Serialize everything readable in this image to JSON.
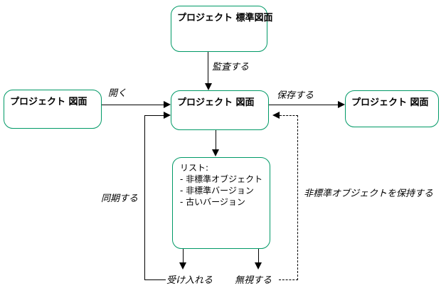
{
  "diagram": {
    "title": "project-drawing-audit-flow",
    "colors": {
      "node_border": "#009966",
      "line": "#000000",
      "text": "#000000",
      "background": "#ffffff"
    },
    "nodes": {
      "standard_drawing": {
        "label": "プロジェクト 標準図面"
      },
      "source_drawing": {
        "label": "プロジェクト 図面"
      },
      "working_drawing": {
        "label": "プロジェクト 図面"
      },
      "saved_drawing": {
        "label": "プロジェクト 図面"
      },
      "issue_list": {
        "title": "リスト:",
        "items": [
          "- 非標準オブジェクト",
          "- 非標準バージョン",
          "- 古いバージョン"
        ]
      }
    },
    "edge_labels": {
      "audit": "監査する",
      "open": "開く",
      "save": "保存する",
      "sync": "同期する",
      "accept": "受け入れる",
      "ignore": "無視する",
      "keep_nonstandard": "非標準オブジェクトを保持する"
    }
  }
}
